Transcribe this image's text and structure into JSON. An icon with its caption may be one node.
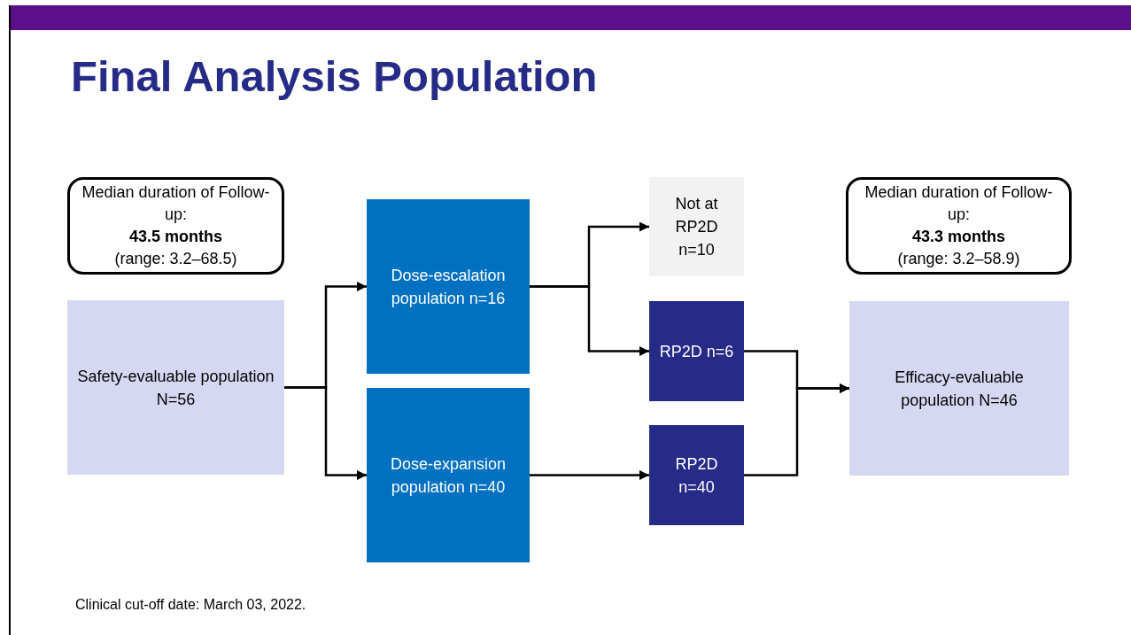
{
  "diagram": {
    "title": "Final Analysis Population",
    "nodes": [
      {
        "text": [
          "Median duration of Follow-up:",
          "43.5 months",
          "(range: 3.2–68.5)"
        ]
      },
      {
        "text": [
          "Safety-evaluable population N=56"
        ]
      },
      {
        "text": [
          "Dose-escalation population n=16"
        ]
      },
      {
        "text": [
          "Dose-expansion population n=40"
        ]
      },
      {
        "text": [
          "Not at RP2D n=10"
        ]
      },
      {
        "text": [
          "RP2D n=6"
        ]
      },
      {
        "text": [
          "RP2D n=40"
        ]
      },
      {
        "text": [
          "Median duration of Follow-up:",
          "43.3 months",
          "(range: 3.2–58.9)"
        ]
      },
      {
        "text": [
          "Efficacy-evaluable population N=46"
        ]
      }
    ],
    "edges": [
      {
        "from": 1,
        "to": 2,
        "arrow": "to"
      },
      {
        "from": 1,
        "to": 3,
        "arrow": "to"
      },
      {
        "from": 2,
        "to": 4,
        "arrow": "to"
      },
      {
        "from": 2,
        "to": 5,
        "arrow": "to"
      },
      {
        "from": 3,
        "to": 6,
        "arrow": "to"
      },
      {
        "from": 5,
        "to": 8,
        "arrow": "to"
      },
      {
        "from": 6,
        "to": 8,
        "arrow": "to"
      }
    ],
    "labels": [
      "Clinical cut-off date: March 03, 2022."
    ]
  }
}
